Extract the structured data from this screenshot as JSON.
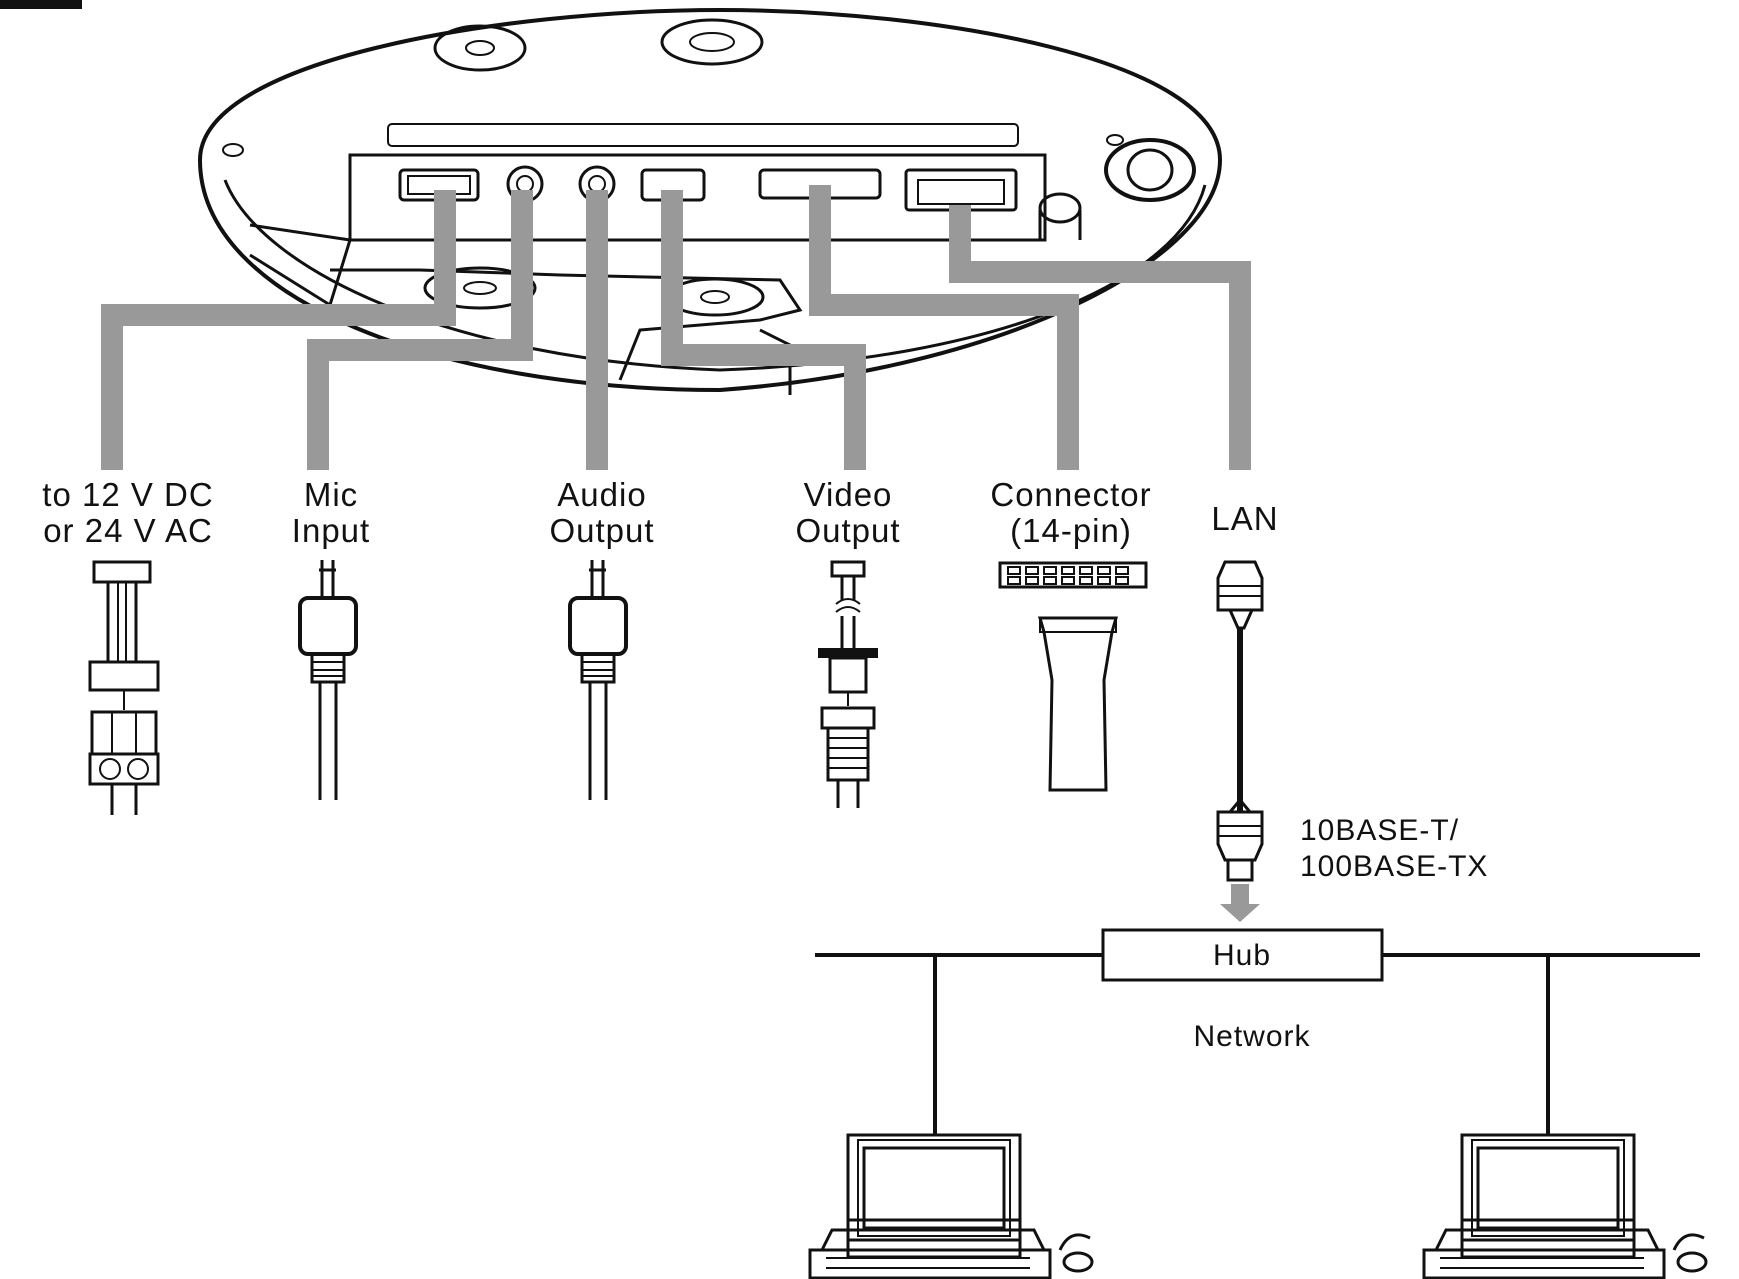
{
  "connections": [
    {
      "id": "power",
      "lines": [
        "to 12 V DC",
        "or 24 V AC"
      ]
    },
    {
      "id": "mic",
      "lines": [
        "Mic",
        "Input"
      ]
    },
    {
      "id": "audio",
      "lines": [
        "Audio",
        "Output"
      ]
    },
    {
      "id": "video",
      "lines": [
        "Video",
        "Output"
      ]
    },
    {
      "id": "connector",
      "lines": [
        "Connector",
        "(14-pin)"
      ]
    },
    {
      "id": "lan",
      "lines": [
        "LAN"
      ]
    }
  ],
  "lan_spec": [
    "10BASE-T/",
    "100BASE-TX"
  ],
  "hub_label": "Hub",
  "network_label": "Network",
  "colors": {
    "ink": "#111111",
    "cable": "#999999",
    "background": "#ffffff"
  }
}
